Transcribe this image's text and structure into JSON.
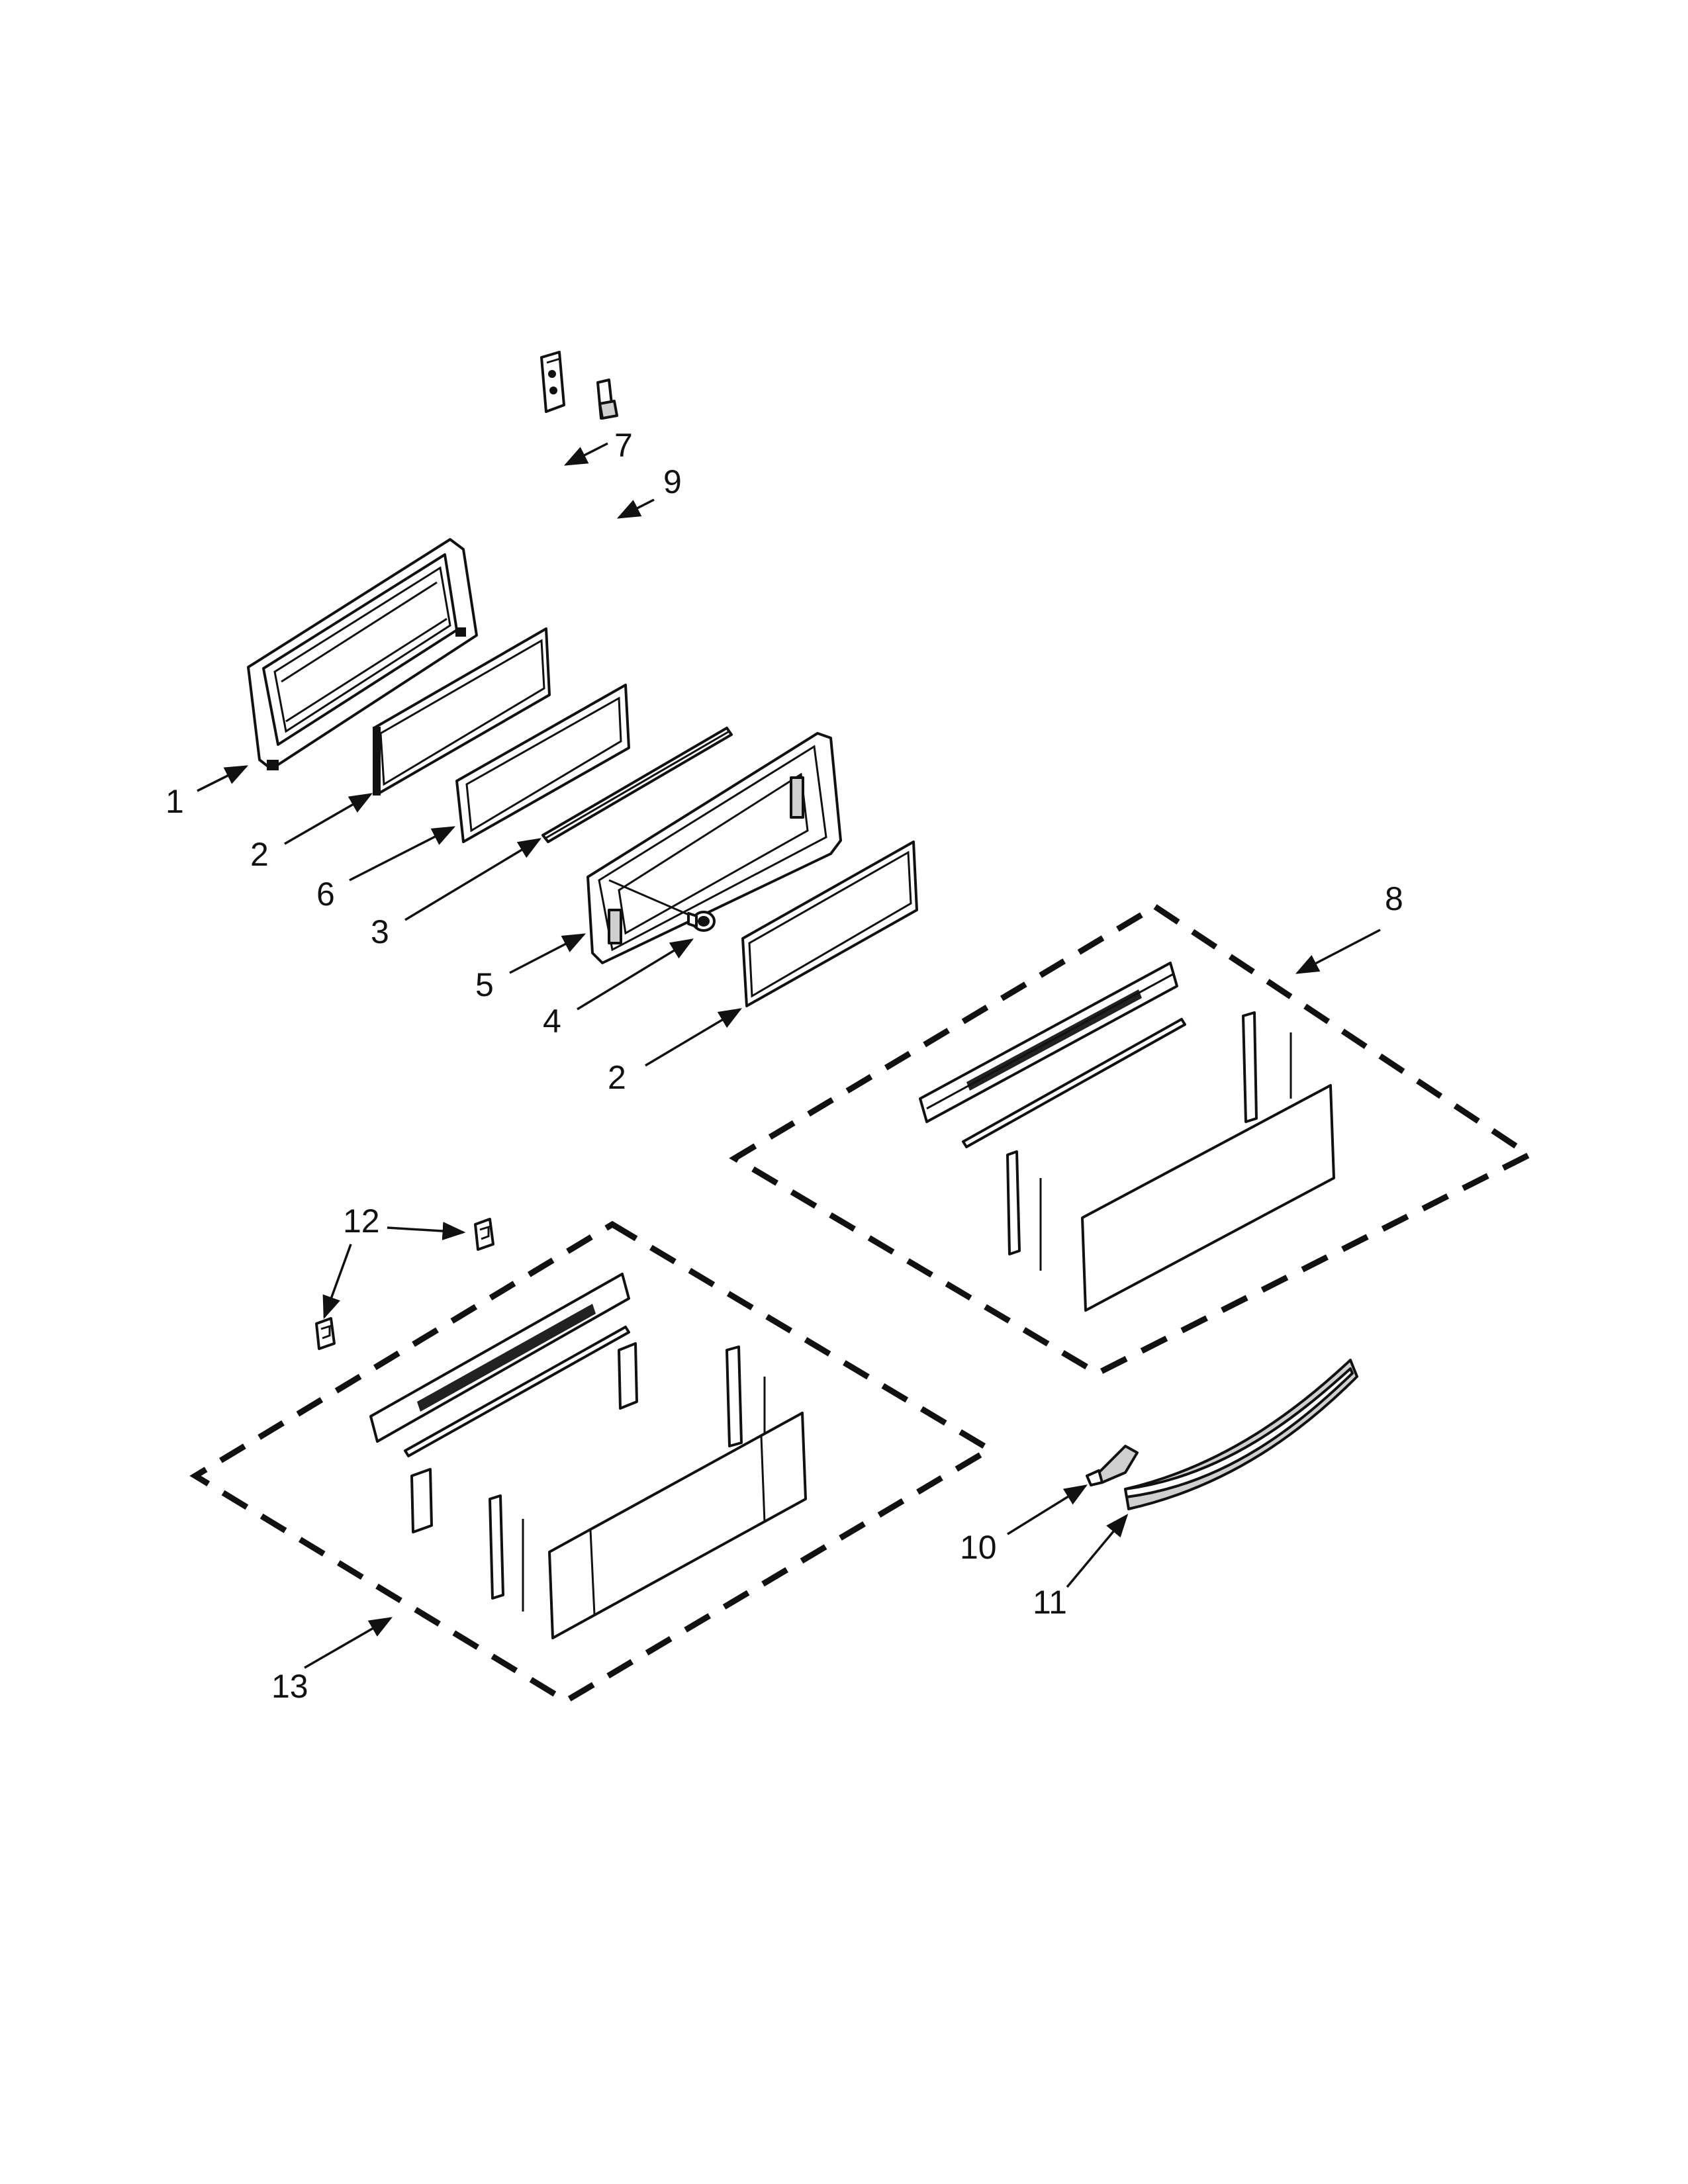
{
  "callouts": {
    "c1": "1",
    "c2a": "2",
    "c6": "6",
    "c3": "3",
    "c5": "5",
    "c4": "4",
    "c2b": "2",
    "c7": "7",
    "c9": "9",
    "c8": "8",
    "c12": "12",
    "c13": "13",
    "c10": "10",
    "c11": "11"
  },
  "colors": {
    "line": "#111111",
    "background": "#ffffff",
    "shade": "#cfcfcf"
  }
}
